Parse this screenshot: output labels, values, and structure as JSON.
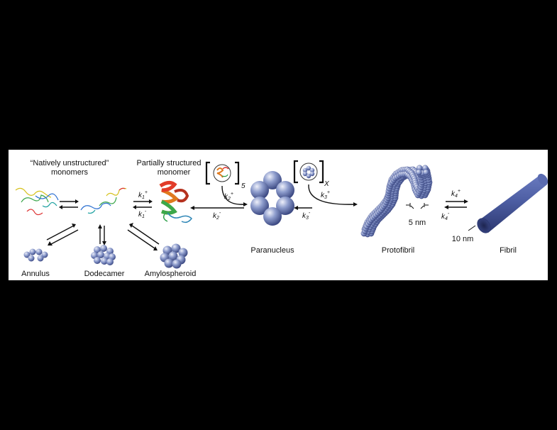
{
  "colors": {
    "background": "#000000",
    "panel": "#ffffff",
    "sphere": "#6f7fb6",
    "fibril": "#4a5a9c"
  },
  "labels": {
    "natively_line1": "“Natively unstructured”",
    "natively_line2": "monomers",
    "partial_line1": "Partially structured",
    "partial_line2": "monomer",
    "annulus": "Annulus",
    "dodecamer": "Dodecamer",
    "amylospheroid": "Amylospheroid",
    "paranucleus": "Paranucleus",
    "protofibril": "Protofibril",
    "fibril": "Fibril",
    "five_nm": "5 nm",
    "ten_nm": "10 nm"
  },
  "rates": {
    "k": "k",
    "k1": "1",
    "k2": "2",
    "k3": "3",
    "k4": "4",
    "plus": "+",
    "minus": "-",
    "bracket_5": "5",
    "bracket_x": "X"
  }
}
